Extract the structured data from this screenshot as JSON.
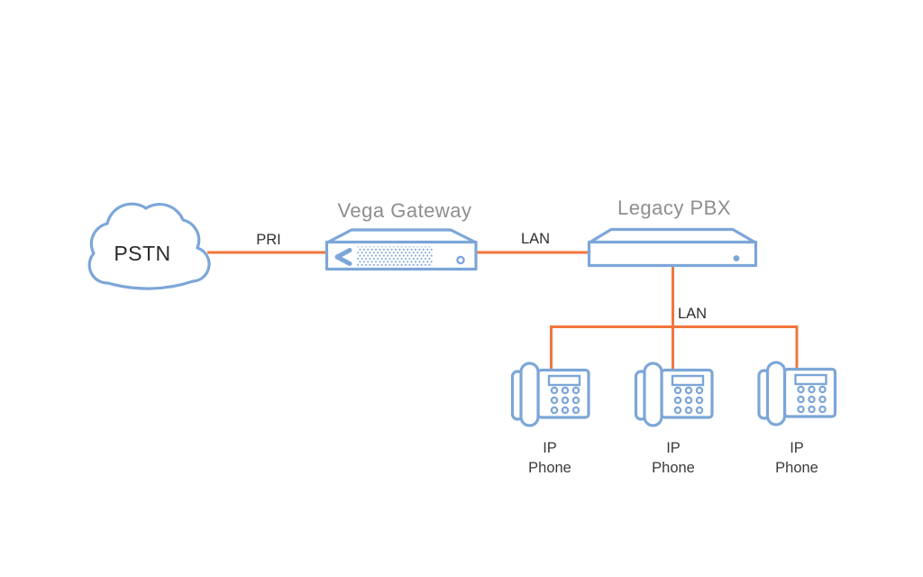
{
  "colors": {
    "outline_blue": "#7CA6D8",
    "link_orange": "#F3763B",
    "title_gray": "#8E8E8E",
    "text_dark": "#2E2E2E",
    "background": "#FFFFFF"
  },
  "diagram": {
    "pstn": {
      "label": "PSTN"
    },
    "gateway": {
      "title": "Vega Gateway"
    },
    "pbx": {
      "title": "Legacy PBX"
    },
    "links": {
      "pri_label": "PRI",
      "lan_label": "LAN",
      "lan_branch_label": "LAN"
    },
    "phones": [
      {
        "line1": "IP",
        "line2": "Phone"
      },
      {
        "line1": "IP",
        "line2": "Phone"
      },
      {
        "line1": "IP",
        "line2": "Phone"
      }
    ],
    "icons": {
      "cloud": "network-cloud-icon",
      "gateway": "gateway-device-icon",
      "pbx": "pbx-device-icon",
      "phone": "ip-phone-icon"
    }
  }
}
